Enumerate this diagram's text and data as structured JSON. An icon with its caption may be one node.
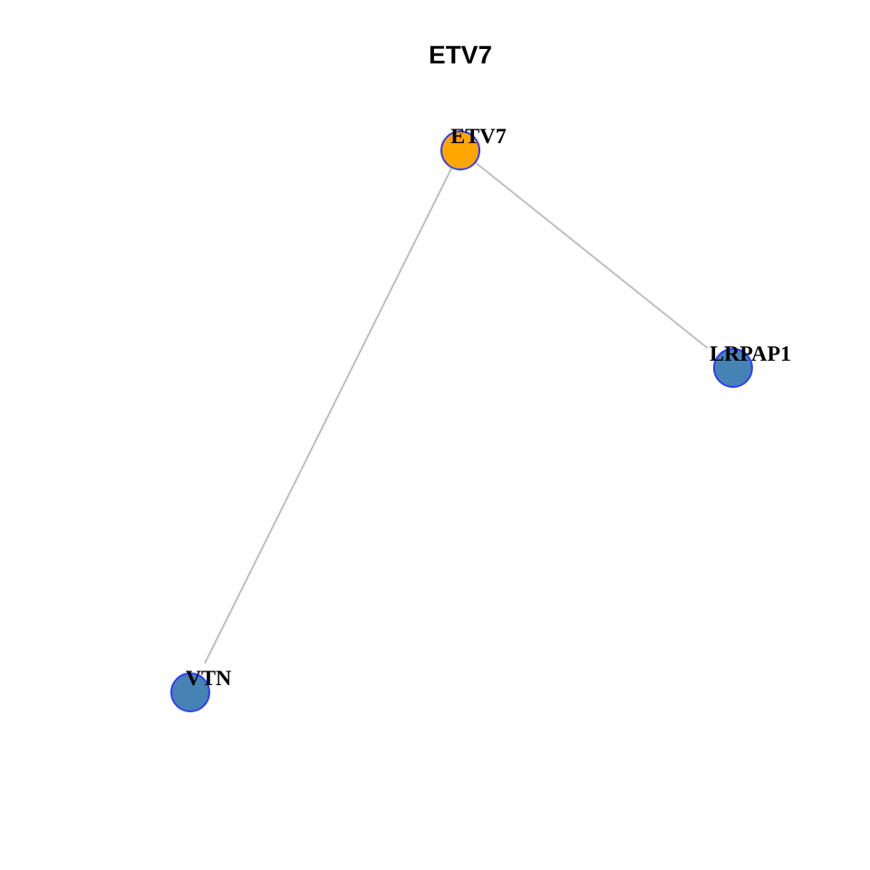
{
  "diagram": {
    "title": "ETV7",
    "nodes": [
      {
        "text": [
          "ETV7"
        ]
      },
      {
        "text": [
          "LRPAP1"
        ]
      },
      {
        "text": [
          "VTN"
        ]
      }
    ],
    "edges": [
      {
        "from": 0,
        "to": 1,
        "arrow": "none"
      },
      {
        "from": 0,
        "to": 2,
        "arrow": "none"
      }
    ]
  }
}
